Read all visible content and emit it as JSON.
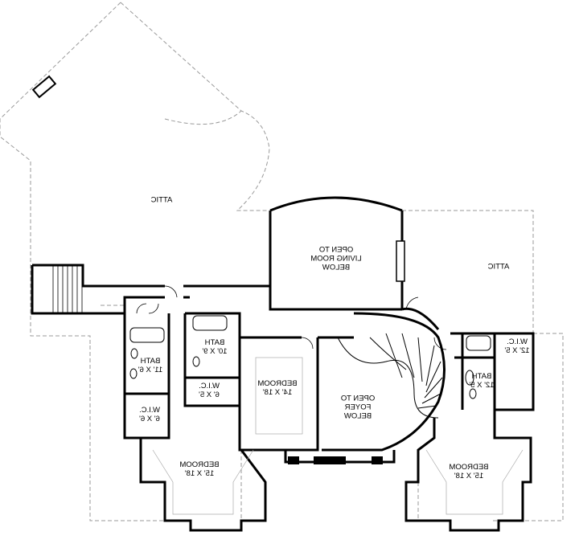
{
  "plan": {
    "rooms": [
      {
        "id": "attic-left",
        "lines": [
          "ATTIC"
        ]
      },
      {
        "id": "attic-right",
        "lines": [
          "ATTIC"
        ]
      },
      {
        "id": "open-living",
        "lines": [
          "OPEN TO",
          "LIVING ROOM",
          "BELOW"
        ]
      },
      {
        "id": "bath-left",
        "lines": [
          "BATH",
          "11' X 6'"
        ]
      },
      {
        "id": "wic-left",
        "lines": [
          "W.I.C.",
          "6' X 6'"
        ]
      },
      {
        "id": "bath-center",
        "lines": [
          "BATH",
          "10' X 9'"
        ]
      },
      {
        "id": "wic-center",
        "lines": [
          "W.I.C.",
          "6' X 5'"
        ]
      },
      {
        "id": "bedroom-center",
        "lines": [
          "BEDROOM",
          "14' X 18'"
        ]
      },
      {
        "id": "open-foyer",
        "lines": [
          "OPEN TO",
          "FOYER",
          "BELOW"
        ]
      },
      {
        "id": "wic-right",
        "lines": [
          "W.I.C.",
          "12' X 5'"
        ]
      },
      {
        "id": "bath-right",
        "lines": [
          "BATH",
          "12' X 5'"
        ]
      },
      {
        "id": "bedroom-left",
        "lines": [
          "BEDROOM",
          "15' X 18'"
        ]
      },
      {
        "id": "bedroom-right",
        "lines": [
          "BEDROOM",
          "15' X 18'"
        ]
      }
    ]
  }
}
